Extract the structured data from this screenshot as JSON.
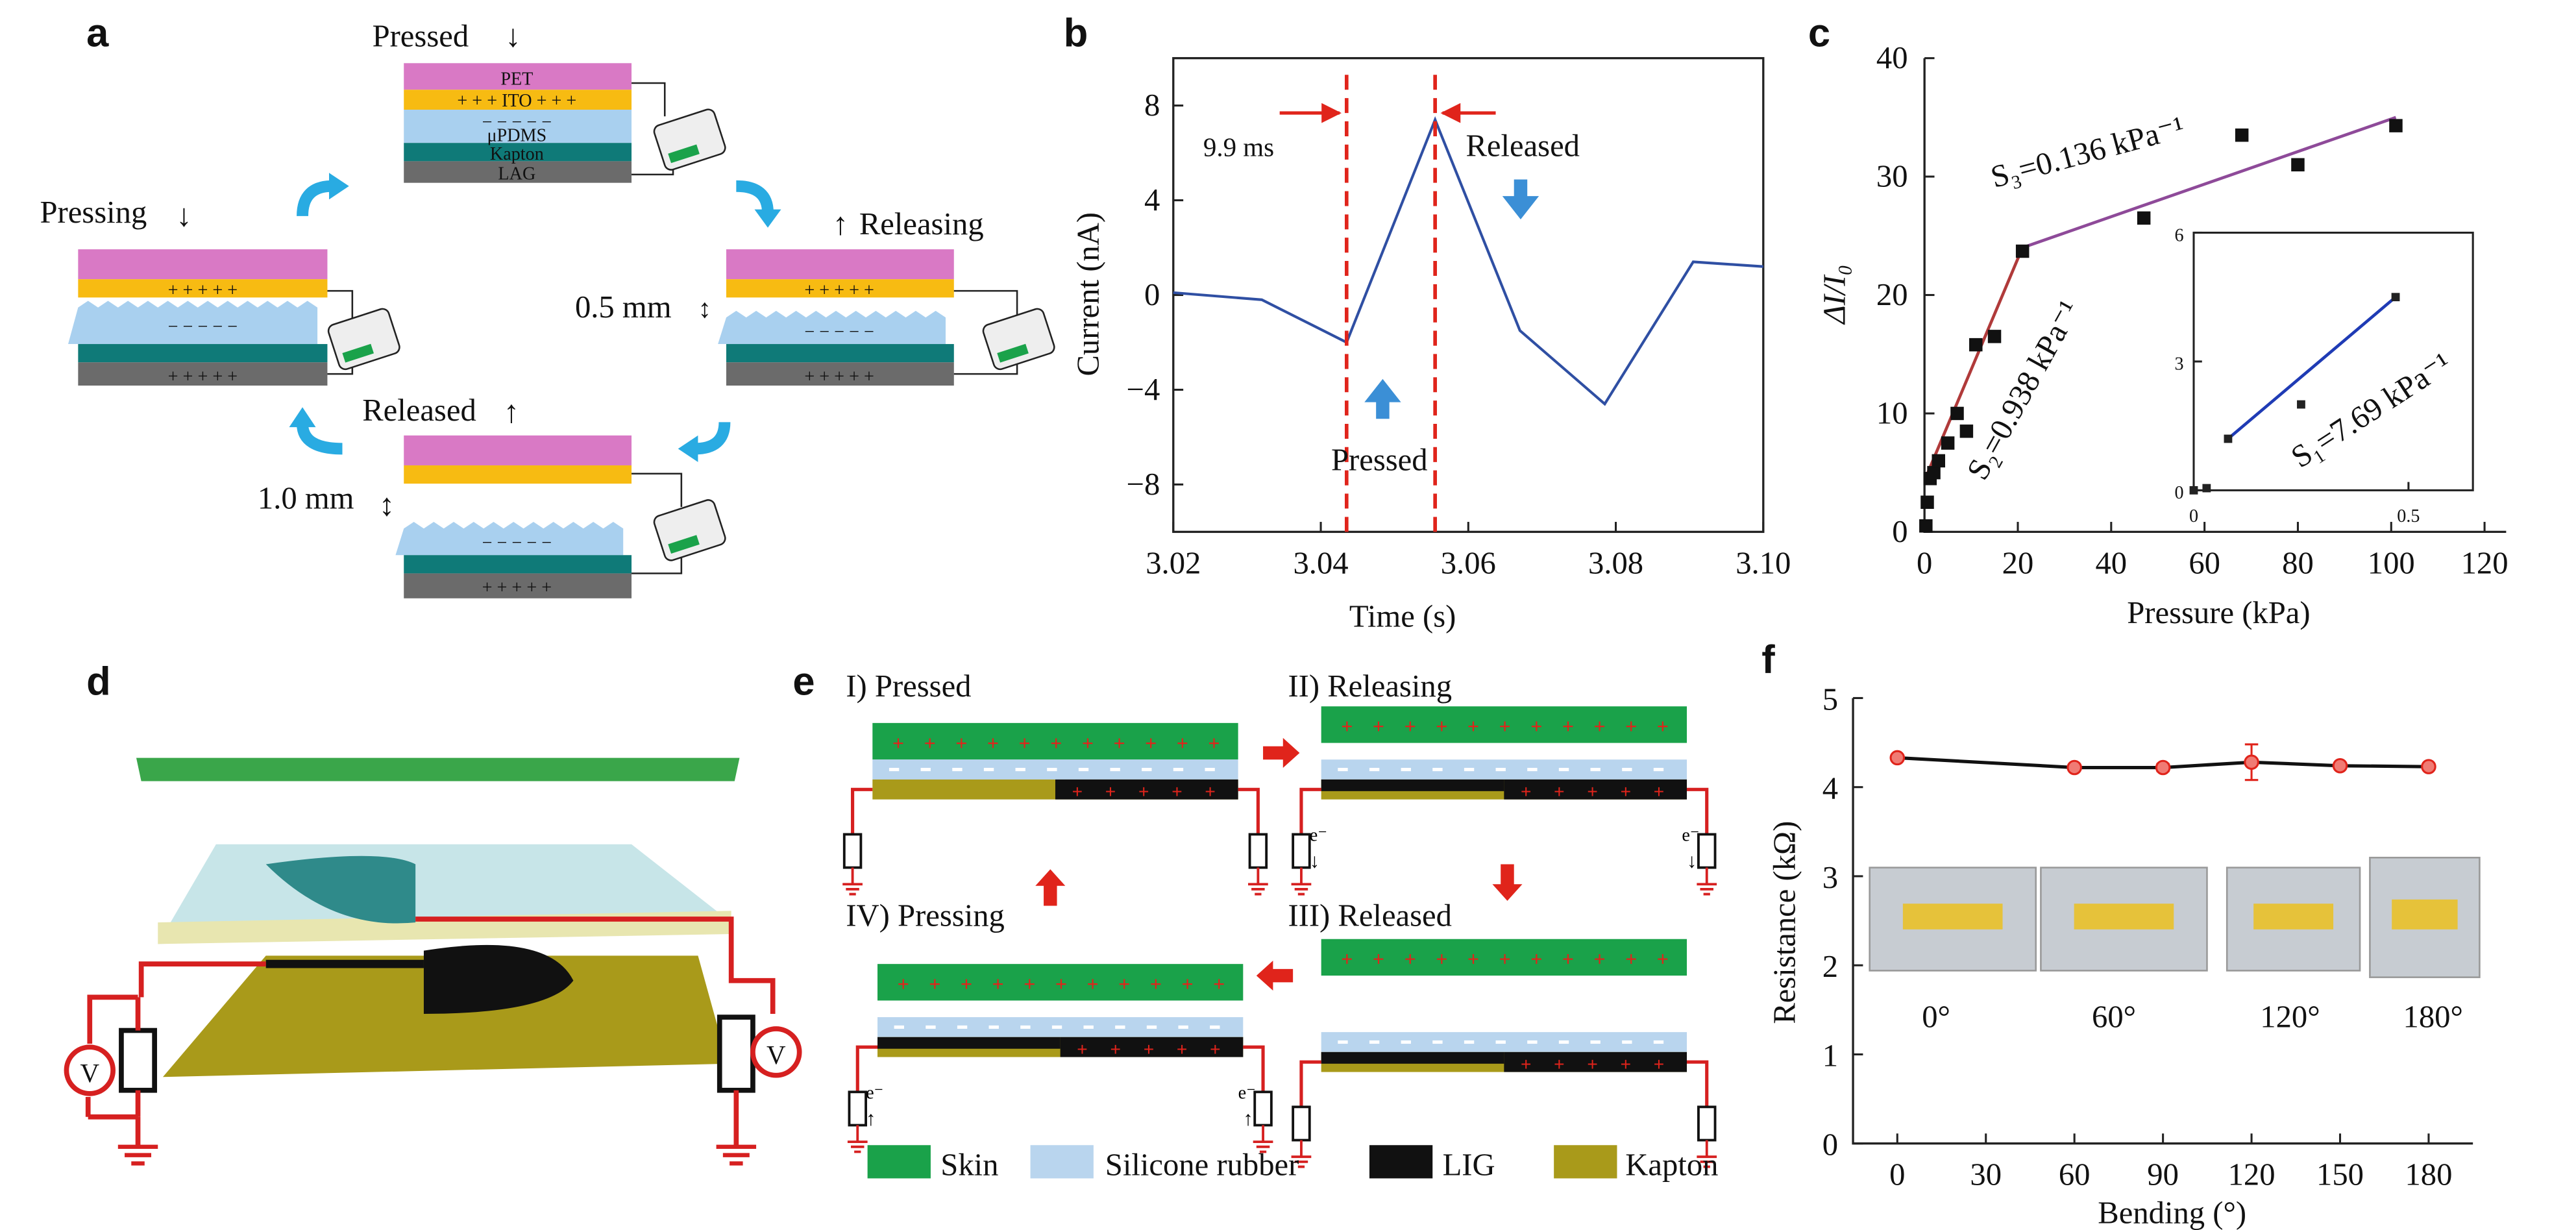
{
  "colors": {
    "pet": "#d979c5",
    "ito": "#f7bb12",
    "pdms": "#a9d0ef",
    "kapton": "#0f7a78",
    "lag": "#6b6b6b",
    "arrow_cyan": "#29abe2",
    "arrow_purple": "#7b3294",
    "red": "#e0241b",
    "line_blue": "#2f4fa3",
    "line_red": "#b03a3a",
    "line_purple": "#8e4a99",
    "line_darkblue": "#1f3bb5",
    "skin": "#1aa24a",
    "silicone": "#b9d5ee",
    "lig": "#111111",
    "kapton2": "#a99a1a"
  },
  "panel_a": {
    "label": "a",
    "states": [
      {
        "id": "pressed",
        "label": "Pressed",
        "arrow": "↓"
      },
      {
        "id": "releasing",
        "label": "Releasing",
        "arrow": "↑"
      },
      {
        "id": "released",
        "label": "Released",
        "arrow": "↑"
      },
      {
        "id": "pressing",
        "label": "Pressing",
        "arrow": "↓"
      }
    ],
    "layers": [
      "PET",
      "ITO",
      "μPDMS",
      "Kapton",
      "LAG"
    ],
    "gap_labels": [
      "0.5 mm",
      "1.0 mm"
    ],
    "plus_row": "+ + + ITO + + +",
    "plus": "+ + + + +",
    "minus": "− − − − −"
  },
  "panel_b": {
    "label": "b",
    "annotations": {
      "duration": "9.9 ms",
      "pressed": "Pressed",
      "released": "Released"
    }
  },
  "panel_c": {
    "label": "c",
    "inset_ticks_x": [
      "0",
      "0.5"
    ],
    "inset_ticks_y": [
      "0",
      "3",
      "6"
    ]
  },
  "panel_d": {
    "label": "d",
    "meter_symbol": "V"
  },
  "panel_e": {
    "label": "e",
    "stages": [
      "I) Pressed",
      "II) Releasing",
      "III) Released",
      "IV) Pressing"
    ],
    "electron": "e⁻",
    "legend": [
      "Skin",
      "Silicone rubber",
      "LIG",
      "Kapton"
    ]
  },
  "panel_f": {
    "label": "f",
    "photo_labels": [
      "0°",
      "60°",
      "120°",
      "180°"
    ]
  },
  "chart_data": [
    {
      "panel": "b",
      "type": "line",
      "title": "",
      "xlabel": "Time (s)",
      "ylabel": "Current (nA)",
      "xlim": [
        3.02,
        3.1
      ],
      "ylim": [
        -10,
        10
      ],
      "xticks": [
        "3.02",
        "3.04",
        "3.06",
        "3.08",
        "3.10"
      ],
      "yticks": [
        "−8",
        "−4",
        "0",
        "4",
        "8"
      ],
      "series": [
        {
          "x": [
            3.02,
            3.032,
            3.0435,
            3.0555,
            3.067,
            3.0785,
            3.0905,
            3.1
          ],
          "y": [
            0.1,
            -0.2,
            -2.0,
            7.4,
            -1.5,
            -4.6,
            1.4,
            1.2
          ]
        }
      ],
      "markers_x": [
        3.0435,
        3.0555
      ]
    },
    {
      "panel": "c",
      "type": "scatter",
      "title": "",
      "xlabel": "Pressure (kPa)",
      "ylabel": "ΔI/I₀",
      "xlim": [
        0,
        120
      ],
      "ylim": [
        0,
        40
      ],
      "xticks": [
        "0",
        "20",
        "40",
        "60",
        "80",
        "100",
        "120"
      ],
      "yticks": [
        "0",
        "10",
        "20",
        "30",
        "40"
      ],
      "points": {
        "x": [
          0.3,
          0.6,
          1.2,
          2.0,
          3.0,
          5.0,
          7.0,
          9.0,
          11.0,
          15.0,
          21.0,
          47.0,
          68.0,
          80.0,
          101.0
        ],
        "y": [
          0.5,
          2.5,
          4.5,
          5.0,
          6.0,
          7.5,
          10.0,
          8.5,
          15.8,
          16.5,
          23.7,
          26.5,
          33.5,
          31.0,
          34.3
        ]
      },
      "fits": [
        {
          "label": "S₂=0.938 kPa⁻¹",
          "x": [
            0.5,
            21.0
          ],
          "y": [
            4.8,
            24.0
          ]
        },
        {
          "label": "S₃=0.136 kPa⁻¹",
          "x": [
            21.0,
            101.0
          ],
          "y": [
            24.0,
            35.0
          ]
        }
      ],
      "inset": {
        "points": {
          "x": [
            0.0,
            0.03,
            0.08,
            0.25,
            0.47
          ],
          "y": [
            0.0,
            0.05,
            1.2,
            2.0,
            4.5
          ]
        },
        "fit": {
          "label": "S₁=7.69 kPa⁻¹",
          "x": [
            0.08,
            0.47
          ],
          "y": [
            1.2,
            4.5
          ]
        },
        "xlim": [
          0,
          0.65
        ],
        "ylim": [
          0,
          6
        ]
      }
    },
    {
      "panel": "f",
      "type": "line",
      "title": "",
      "xlabel": "Bending (°)",
      "ylabel": "Resistance (kΩ)",
      "xlim": [
        -15,
        195
      ],
      "ylim": [
        0,
        5
      ],
      "xticks": [
        "0",
        "30",
        "60",
        "90",
        "120",
        "150",
        "180"
      ],
      "yticks": [
        "0",
        "1",
        "2",
        "3",
        "4",
        "5"
      ],
      "series": [
        {
          "x": [
            0,
            60,
            90,
            120,
            150,
            180
          ],
          "y": [
            4.33,
            4.22,
            4.22,
            4.28,
            4.24,
            4.23
          ],
          "err": [
            0.03,
            0.03,
            0.04,
            0.2,
            0.03,
            0.03
          ]
        }
      ]
    }
  ]
}
